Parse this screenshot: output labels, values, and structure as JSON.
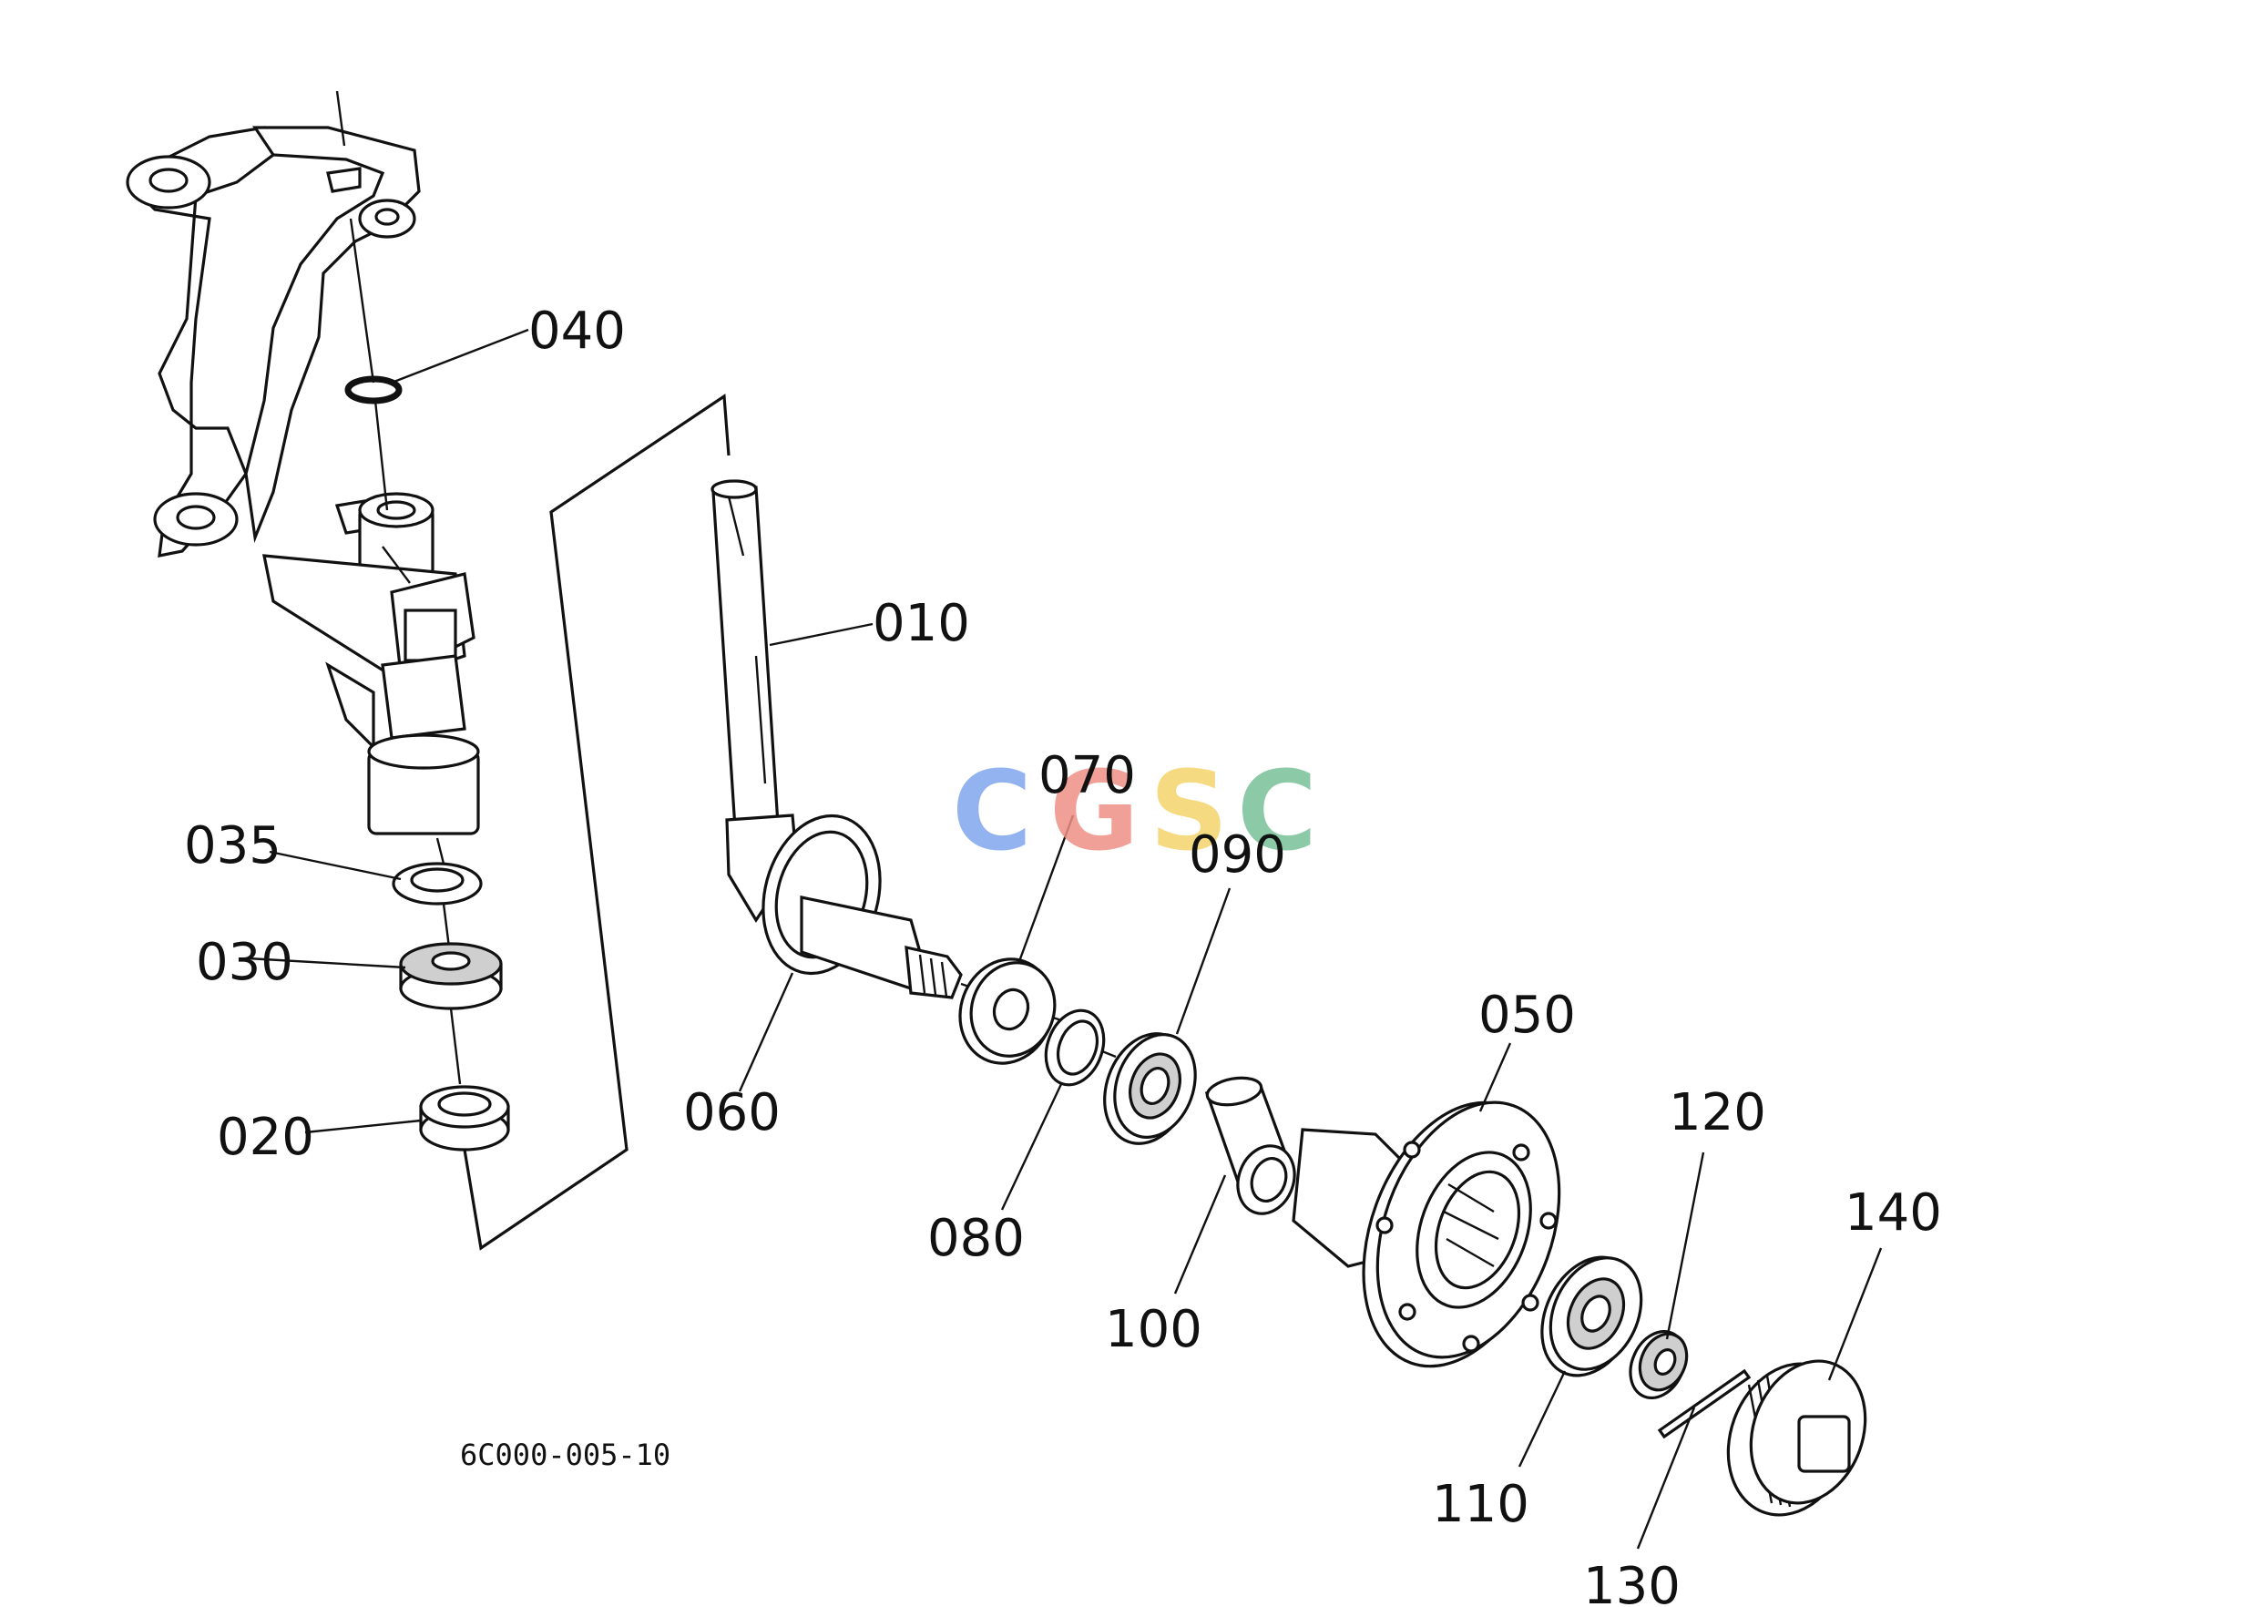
{
  "parts": {
    "p010": "010",
    "p020": "020",
    "p030": "030",
    "p035": "035",
    "p040": "040",
    "p050": "050",
    "p060": "060",
    "p070": "070",
    "p080": "080",
    "p090": "090",
    "p100": "100",
    "p110": "110",
    "p120": "120",
    "p130": "130",
    "p140": "140"
  },
  "drawing_code": "6C000-005-10",
  "watermark": {
    "letters": [
      "C",
      "G",
      "S",
      "C"
    ],
    "colors": [
      "#7fa6ec",
      "#ef8f86",
      "#f3d36b",
      "#78bf97"
    ]
  }
}
